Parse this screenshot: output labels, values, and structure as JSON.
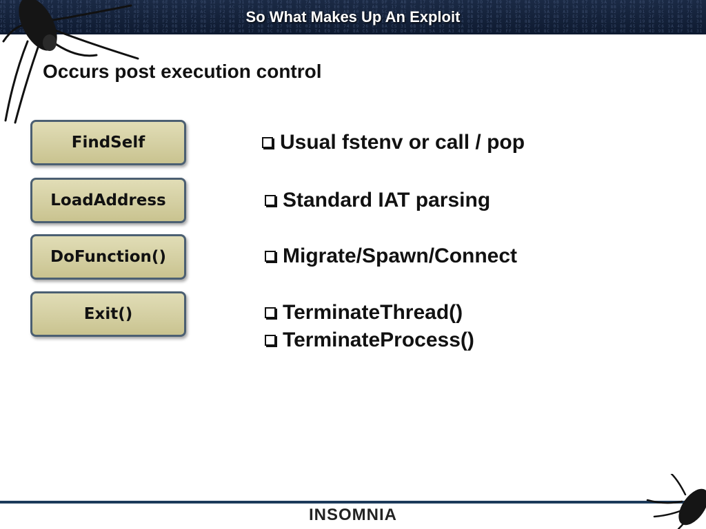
{
  "header": {
    "title": "So What Makes Up An Exploit",
    "hex_background": "48 8B 57 E5 A2 FF 7E 01 C4 8C E5 2F 7C 19 B8 45 00 6E C6 3A 4D 9B 12 EF 54 31 08 AC 91 F2 6D 3E 7A 0B 55 C2 84 19 E0 66 DF 23 AB 40 17 9E 5C 02 B1 F8 3D 74 E9 26 0F 8A C5 31 6B 92 D4 07 E8 5A 1C A3"
  },
  "subtitle": "Occurs post execution control",
  "steps": [
    {
      "label": "FindSelf"
    },
    {
      "label": "LoadAddress"
    },
    {
      "label": "DoFunction()"
    },
    {
      "label": "Exit()"
    }
  ],
  "bullets": [
    "Usual fstenv or call / pop",
    "Standard IAT parsing",
    "Migrate/Spawn/Connect",
    "TerminateThread()",
    "TerminateProcess()"
  ],
  "footer": {
    "logo": "INSOMNIA"
  },
  "colors": {
    "header_bg": "#0e1a30",
    "button_fill": "#d4cfa2",
    "button_border": "#4b5f72",
    "footer_line": "#1c3a5a"
  },
  "icons": {
    "bullet": "checkbox-square-icon",
    "decoration_top_left": "cockroach-icon",
    "decoration_bottom_right": "cockroach-icon"
  }
}
